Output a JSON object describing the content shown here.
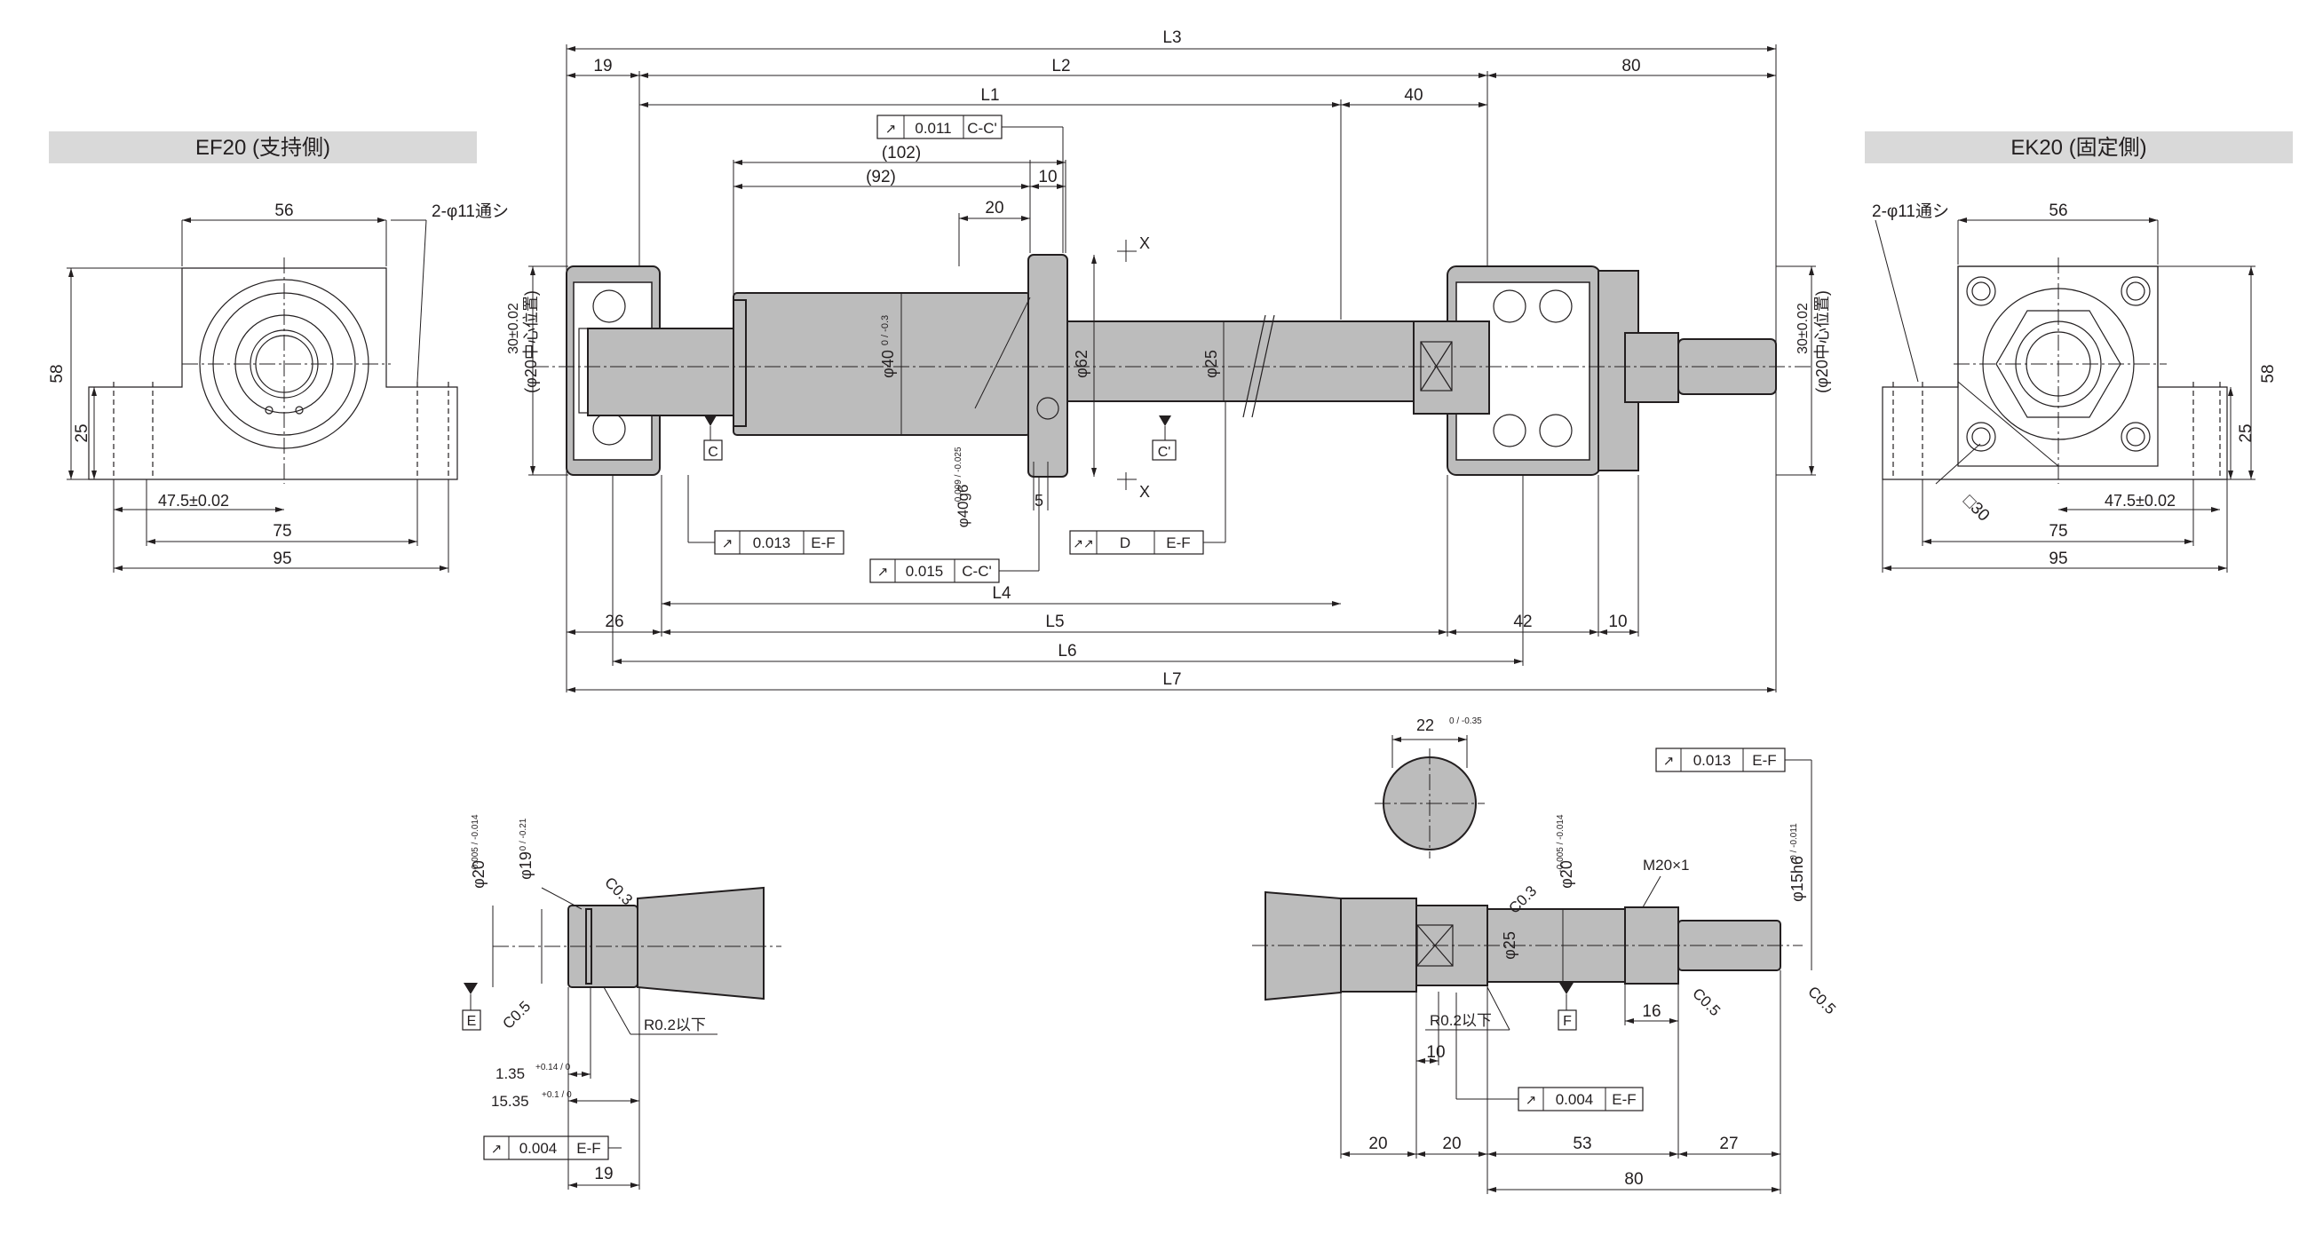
{
  "labels": {
    "ef_title": "EF20 (支持側)",
    "ek_title": "EK20 (固定側)",
    "hole_note": "2-φ11通シ",
    "center_pos_a": "30±0.02",
    "center_pos_b": "(φ20中心位置)",
    "c_sq": "□30",
    "m20": "M20×1",
    "r02": "R0.2以下",
    "x": "X",
    "c": "C",
    "cp": "C'",
    "e": "E",
    "f": "F",
    "c03": "C0.3",
    "c05": "C0.5"
  },
  "dims": {
    "L1": "L1",
    "L2": "L2",
    "L3": "L3",
    "L4": "L4",
    "L5": "L5",
    "L6": "L6",
    "L7": "L7",
    "d19": "19",
    "d80": "80",
    "d40": "40",
    "d102": "(102)",
    "d92": "(92)",
    "d20": "20",
    "d10": "10",
    "d5": "5",
    "d26": "26",
    "d42": "42",
    "phi40": "φ40",
    "phi40_tol": "0 / -0.3",
    "phi62": "φ62",
    "phi25": "φ25",
    "phi40g6": "φ40g6",
    "phi40g6_tol": "-0.009 / -0.025",
    "d56": "56",
    "d58": "58",
    "d25": "25",
    "d47_5": "47.5±0.02",
    "d75": "75",
    "d95": "95",
    "d22": "22",
    "d22_tol": "0 / -0.35",
    "phi20": "φ20",
    "phi20_tol": "-0.005 / -0.014",
    "phi19": "φ19",
    "phi19_tol": "0 / -0.21",
    "d1_35": "1.35",
    "d1_35_tol": "+0.14 / 0",
    "d15_35": "15.35",
    "d15_35_tol": "+0.1 / 0",
    "phi15h6": "φ15h6",
    "phi15h6_tol": "0 / -0.011",
    "d16": "16",
    "d53": "53",
    "d27": "27"
  },
  "tolerances": [
    {
      "sym": "↗",
      "val": "0.011",
      "ref": "C-C'"
    },
    {
      "sym": "↗",
      "val": "0.013",
      "ref": "E-F"
    },
    {
      "sym": "↗",
      "val": "0.015",
      "ref": "C-C'"
    },
    {
      "sym": "↗↗",
      "val": "D",
      "ref": "E-F"
    },
    {
      "sym": "↗",
      "val": "0.013",
      "ref": "E-F"
    },
    {
      "sym": "↗",
      "val": "0.004",
      "ref": "E-F"
    },
    {
      "sym": "↗",
      "val": "0.004",
      "ref": "E-F"
    }
  ]
}
